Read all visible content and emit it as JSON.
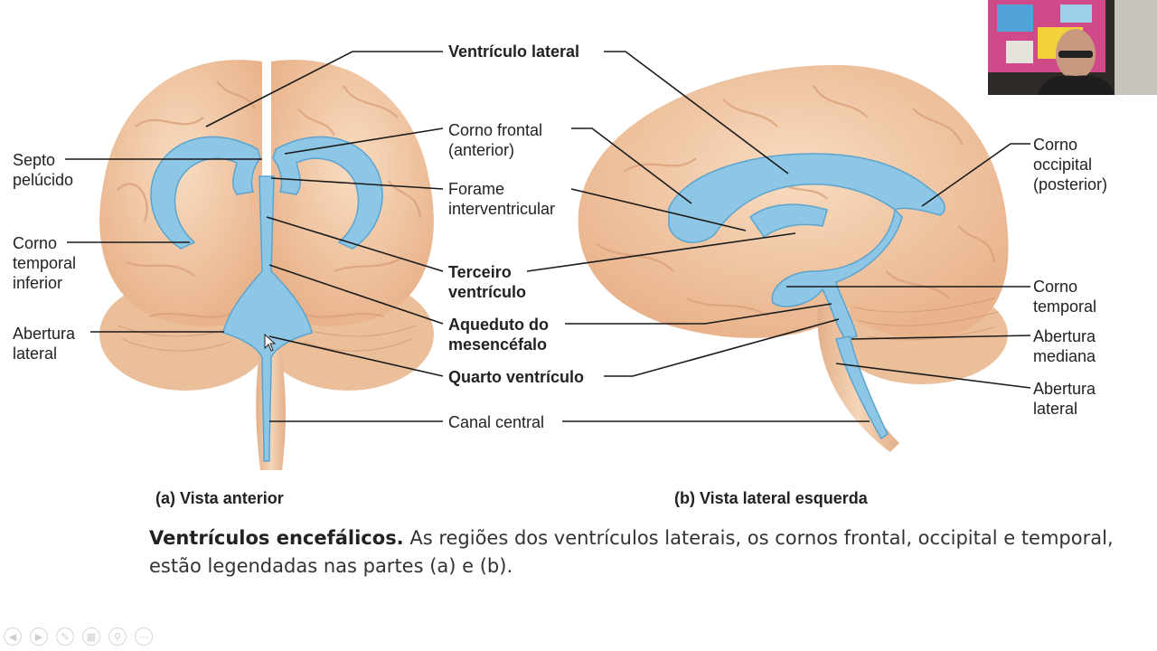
{
  "labels": {
    "ventriculo_lateral": "Ventrículo lateral",
    "corno_frontal_1": "Corno frontal",
    "corno_frontal_2": "(anterior)",
    "forame_1": "Forame",
    "forame_2": "interventricular",
    "terceiro_1": "Terceiro",
    "terceiro_2": "ventrículo",
    "aqueduto_1": "Aqueduto do",
    "aqueduto_2": "mesencéfalo",
    "quarto": "Quarto ventrículo",
    "canal_central": "Canal central",
    "septo_1": "Septo",
    "septo_2": "pelúcido",
    "corno_temporal_inf_1": "Corno",
    "corno_temporal_inf_2": "temporal",
    "corno_temporal_inf_3": "inferior",
    "abertura_lateral_left_1": "Abertura",
    "abertura_lateral_left_2": "lateral",
    "corno_occipital_1": "Corno",
    "corno_occipital_2": "occipital",
    "corno_occipital_3": "(posterior)",
    "corno_temporal_1": "Corno",
    "corno_temporal_2": "temporal",
    "abertura_mediana_1": "Abertura",
    "abertura_mediana_2": "mediana",
    "abertura_lateral_right_1": "Abertura",
    "abertura_lateral_right_2": "lateral"
  },
  "panel_captions": {
    "a": "(a) Vista anterior",
    "b": "(b) Vista lateral esquerda"
  },
  "caption": {
    "lead": "Ventrículos encefálicos.",
    "text": " As regiões dos ventrículos laterais, os cornos frontal, occipital e temporal, estão legendadas nas partes (a) e (b)."
  },
  "toolbar": {
    "icons": [
      "previous-icon",
      "next-icon",
      "pen-icon",
      "slides-icon",
      "zoom-icon",
      "more-icon"
    ]
  },
  "colors": {
    "brain": "#f3c9a4",
    "brain_shadow": "#e0a57c",
    "ventricle": "#8ec7e6",
    "ventricle_edge": "#5aa4cf"
  }
}
